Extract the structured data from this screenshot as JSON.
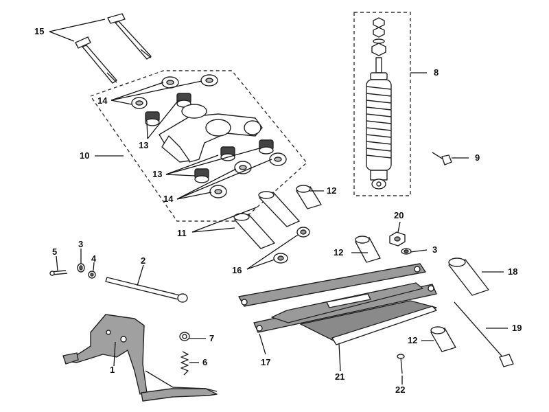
{
  "diagram": {
    "callouts": {
      "c1": "1",
      "c2": "2",
      "c3a": "3",
      "c3b": "3",
      "c4": "4",
      "c5": "5",
      "c6": "6",
      "c7": "7",
      "c8": "8",
      "c9": "9",
      "c10": "10",
      "c11": "11",
      "c12a": "12",
      "c12b": "12",
      "c12c": "12",
      "c13a": "13",
      "c13b": "13",
      "c14a": "14",
      "c14b": "14",
      "c15": "15",
      "c16": "16",
      "c17": "17",
      "c18": "18",
      "c19": "19",
      "c20": "20",
      "c21": "21",
      "c22": "22"
    },
    "colors": {
      "line": "#111111",
      "part_fill": "#ffffff",
      "part_shade": "#9a9a9a"
    }
  }
}
